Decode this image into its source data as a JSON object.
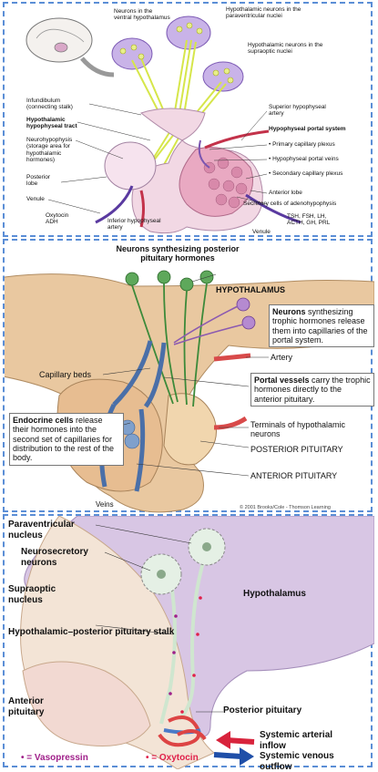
{
  "panel1": {
    "labels": {
      "ventral_neurons": "Neurons in the ventral hypothalamus",
      "paraventricular": "Hypothalamic neurons in the paraventricular nuclei",
      "supraoptic": "Hypothalamic neurons in the supraoptic nuclei",
      "infundibulum": "Infundibulum (connecting stalk)",
      "tract": "Hypothalamic hypophyseal tract",
      "neurohypophysis": "Neurohypophysis (storage area for hypothalamic hormones)",
      "posterior_lobe": "Posterior lobe",
      "venule_left": "Venule",
      "oxytocin_adh": "Oxytocin ADH",
      "inferior_artery": "Inferior hypophyseal artery",
      "superior_artery": "Superior hypophyseal artery",
      "portal_system": "Hypophyseal portal system",
      "primary_plexus": "• Primary capillary plexus",
      "portal_veins": "• Hypophyseal portal veins",
      "secondary_plexus": "• Secondary capillary plexus",
      "anterior_lobe": "Anterior lobe",
      "secretory_cells": "Secretory cells of adenohypophysis",
      "hormones": "TSH, FSH, LH, ACTH, GH, PRL",
      "venule_right": "Venule"
    }
  },
  "panel2": {
    "labels": {
      "neurons_posterior": "Neurons synthesizing posterior pituitary hormones",
      "hypothalamus": "HYPOTHALAMUS",
      "neurons_trophic_bold": "Neurons",
      "neurons_trophic_rest": " synthesizing trophic hormones release them into capillaries of the portal system.",
      "artery": "Artery",
      "capillary_beds": "Capillary beds",
      "portal_vessels_bold": "Portal vessels",
      "portal_vessels_rest": " carry the trophic hormones directly to the anterior pituitary.",
      "endocrine_bold": "Endocrine cells",
      "endocrine_rest": " release their hormones into the second set of capillaries for distribution to the rest of the body.",
      "terminals": "Terminals of hypothalamic neurons",
      "posterior_pituitary": "POSTERIOR PITUITARY",
      "anterior_pituitary": "ANTERIOR PITUITARY",
      "veins": "Veins",
      "copyright": "© 2001 Brooks/Cole - Thomson Learning"
    }
  },
  "panel3": {
    "labels": {
      "paraventricular": "Paraventricular nucleus",
      "neurosecretory": "Neurosecretory neurons",
      "supraoptic": "Supraoptic nucleus",
      "hypothalamus": "Hypothalamus",
      "stalk": "Hypothalamic–posterior pituitary stalk",
      "anterior": "Anterior pituitary",
      "posterior": "Posterior pituitary",
      "arterial": "Systemic arterial inflow",
      "venous": "Systemic venous outflow",
      "legend_vasopressin": "• = Vasopressin",
      "legend_oxytocin": "• = Oxytocin"
    },
    "colors": {
      "vasopressin": "#a0208a",
      "oxytocin": "#e0204a"
    }
  }
}
